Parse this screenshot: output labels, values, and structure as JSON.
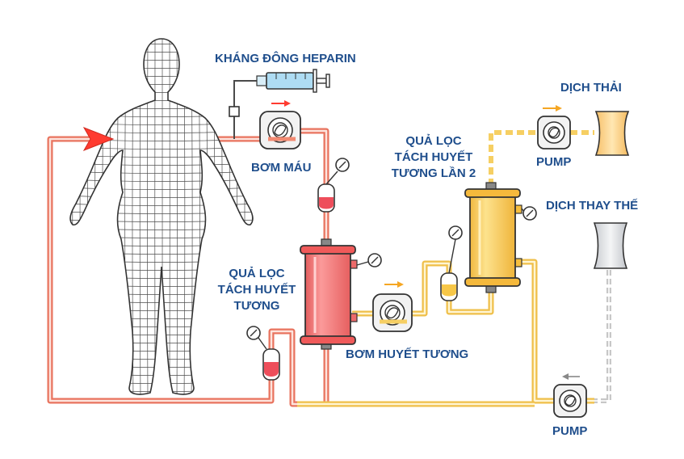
{
  "labels": {
    "heparin": "KHÁNG ĐÔNG HEPARIN",
    "blood_pump": "BƠM MÁU",
    "filter1": [
      "QUẢ LỌC",
      "TÁCH HUYẾT",
      "TƯƠNG"
    ],
    "plasma_pump": "BƠM HUYẾT TƯƠNG",
    "filter2": [
      "QUẢ LỌC",
      "TÁCH HUYẾT",
      "TƯƠNG LẦN 2"
    ],
    "waste_pump": "PUMP",
    "waste": "DỊCH THẢI",
    "replacement": "DỊCH THAY THẾ",
    "replacement_pump": "PUMP"
  },
  "colors": {
    "label_text": "#1f4e8c",
    "blood_line": "#f28a72",
    "blood_line_inner": "#fde3dc",
    "plasma_line": "#f6cf63",
    "plasma_line_inner": "#fff5d2",
    "filter_red": "#f47a7a",
    "filter_yellow": "#f9cf5a",
    "flow_arrow_red": "#ff3b30",
    "flow_arrow_orange": "#f5a623"
  },
  "icons": [
    "human-body-mesh-icon",
    "syringe-icon",
    "pump-icon",
    "pressure-gauge-icon",
    "drip-chamber-icon",
    "filter-cartridge-icon",
    "fluid-bag-icon",
    "flow-arrow-icon"
  ]
}
